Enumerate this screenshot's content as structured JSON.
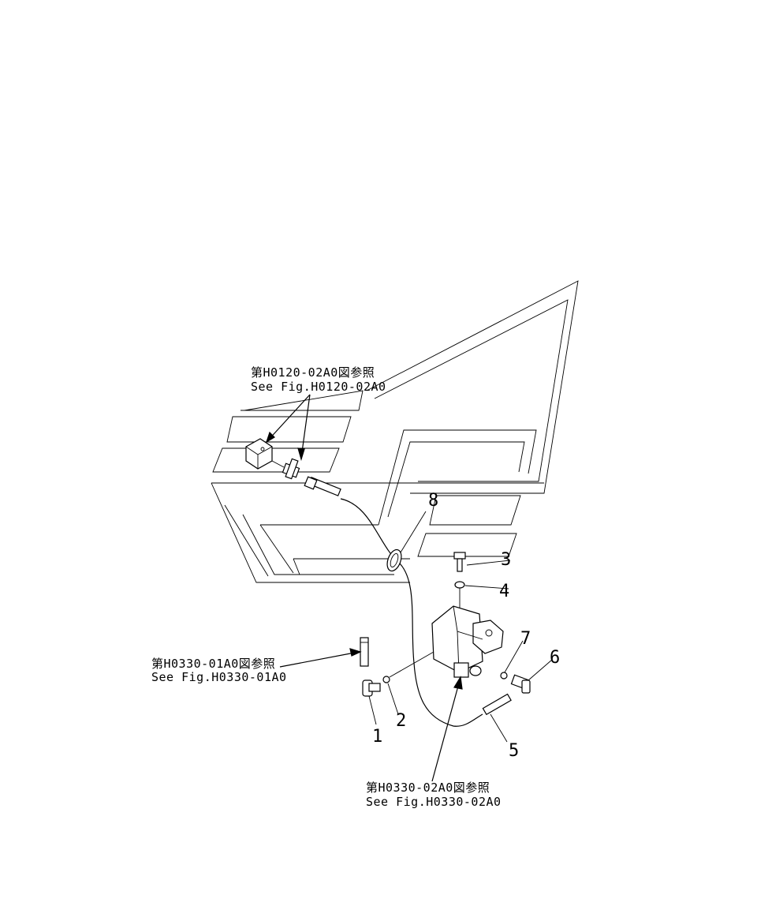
{
  "references": [
    {
      "jp": "第H0120-02A0図参照",
      "en": "See Fig.H0120-02A0"
    },
    {
      "jp": "第H0330-01A0図参照",
      "en": "See Fig.H0330-01A0"
    },
    {
      "jp": "第H0330-02A0図参照",
      "en": "See Fig.H0330-02A0"
    }
  ],
  "part_numbers": [
    "1",
    "2",
    "3",
    "4",
    "5",
    "6",
    "7",
    "8"
  ]
}
